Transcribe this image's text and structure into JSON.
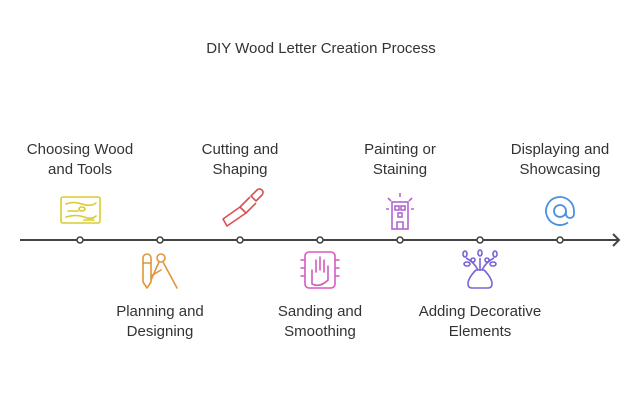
{
  "title": "DIY Wood Letter Creation Process",
  "steps": [
    {
      "label": "Choosing Wood and Tools",
      "position": "above",
      "icon": "wood-board-icon",
      "color": "#d8cc2e"
    },
    {
      "label": "Planning and Designing",
      "position": "below",
      "icon": "pencil-compass-icon",
      "color": "#e0953a"
    },
    {
      "label": "Cutting and Shaping",
      "position": "above",
      "icon": "chisel-icon",
      "color": "#dd5050"
    },
    {
      "label": "Sanding and Smoothing",
      "position": "below",
      "icon": "hand-sandpaper-icon",
      "color": "#d65ac0"
    },
    {
      "label": "Painting or Staining",
      "position": "above",
      "icon": "building-icon",
      "color": "#b066d0"
    },
    {
      "label": "Adding Decorative Elements",
      "position": "below",
      "icon": "vase-icon",
      "color": "#7b63d6"
    },
    {
      "label": "Displaying and Showcasing",
      "position": "above",
      "icon": "at-sign-icon",
      "color": "#4a90e2"
    }
  ],
  "axis_color": "#444444"
}
